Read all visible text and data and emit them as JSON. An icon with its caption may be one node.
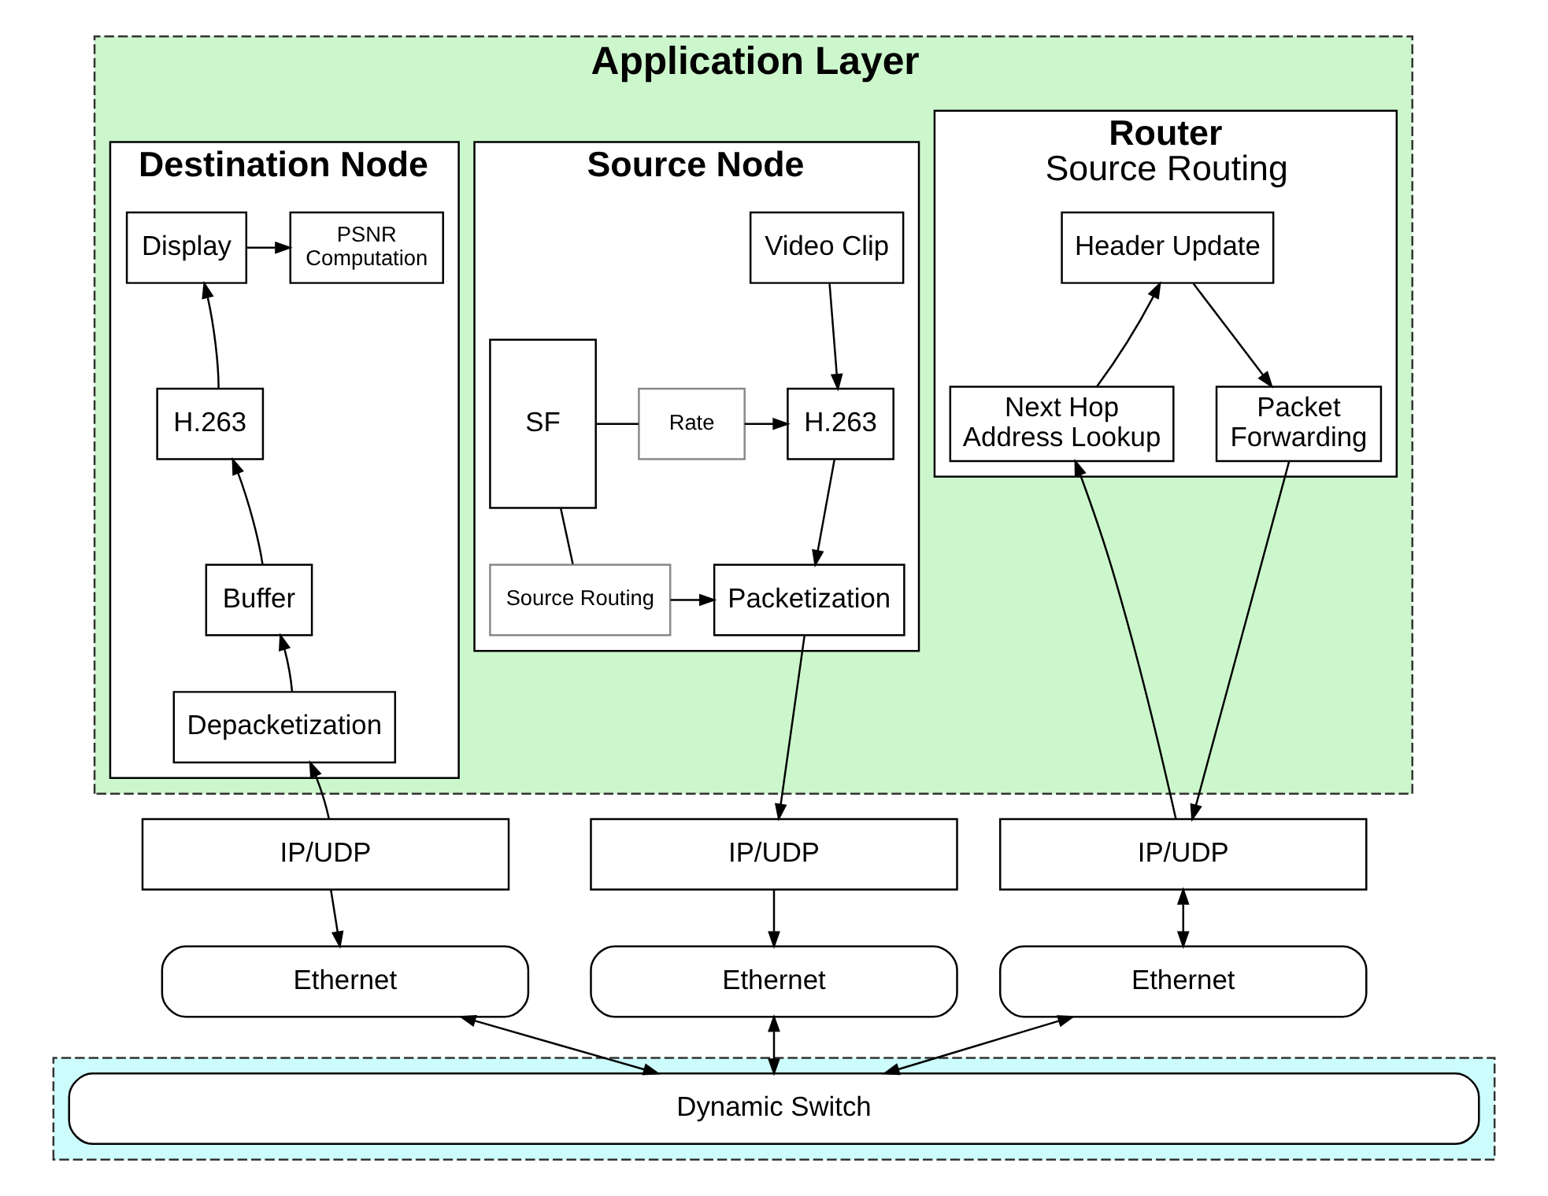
{
  "diagram": {
    "nodes": [
      {
        "text": [
          "Application Layer"
        ]
      },
      {
        "text": [
          "Source Node"
        ],
        "in": 0
      },
      {
        "text": [
          "Video Clip"
        ],
        "in": 1
      },
      {
        "text": [
          "H.263"
        ],
        "in": 1
      },
      {
        "text": [
          "Rate"
        ],
        "in": 1
      },
      {
        "text": [
          "SF"
        ],
        "in": 1
      },
      {
        "text": [
          "Packetization"
        ],
        "in": 1
      },
      {
        "text": [
          "Source Routing"
        ],
        "in": 1
      },
      {
        "text": [
          "Router",
          "Source Routing"
        ],
        "in": 0
      },
      {
        "text": [
          "Header Update"
        ],
        "in": 8
      },
      {
        "text": [
          "Next Hop Address Lookup"
        ],
        "in": 8
      },
      {
        "text": [
          "Packet Forwarding"
        ],
        "in": 8
      },
      {
        "text": [
          "Destination Node"
        ],
        "in": 0
      },
      {
        "text": [
          "Display"
        ],
        "in": 12
      },
      {
        "text": [
          "PSNR Computation"
        ],
        "in": 12
      },
      {
        "text": [
          "H.263"
        ],
        "in": 12
      },
      {
        "text": [
          "Buffer"
        ],
        "in": 12
      },
      {
        "text": [
          "Depacketization"
        ],
        "in": 12
      },
      {
        "text": [
          "IP/UDP"
        ]
      },
      {
        "text": [
          "IP/UDP"
        ]
      },
      {
        "text": [
          "IP/UDP"
        ]
      },
      {
        "text": [
          "Ethernet"
        ]
      },
      {
        "text": [
          "Ethernet"
        ]
      },
      {
        "text": [
          "Ethernet"
        ]
      },
      {
        "text": [],
        "shape": "box"
      },
      {
        "text": [
          "Dynamic Switch"
        ],
        "in": 24
      }
    ],
    "edges": [
      {
        "from": 2,
        "to": 3,
        "arrow": "to"
      },
      {
        "from": 5,
        "to": 4,
        "arrow": "none"
      },
      {
        "from": 4,
        "to": 3,
        "arrow": "to"
      },
      {
        "from": 3,
        "to": 6,
        "arrow": "to"
      },
      {
        "from": 5,
        "to": 7,
        "arrow": "none"
      },
      {
        "from": 7,
        "to": 6,
        "arrow": "to"
      },
      {
        "from": 6,
        "to": 18,
        "arrow": "to"
      },
      {
        "from": 18,
        "to": 21,
        "arrow": "to"
      },
      {
        "from": 21,
        "to": 25,
        "arrow": "both"
      },
      {
        "from": 19,
        "to": 10,
        "arrow": "to"
      },
      {
        "from": 10,
        "to": 9,
        "arrow": "to"
      },
      {
        "from": 9,
        "to": 11,
        "arrow": "to"
      },
      {
        "from": 11,
        "to": 19,
        "arrow": "to"
      },
      {
        "from": 19,
        "to": 22,
        "arrow": "both"
      },
      {
        "from": 22,
        "to": 25,
        "arrow": "both"
      },
      {
        "from": 20,
        "to": 17,
        "arrow": "to"
      },
      {
        "from": 17,
        "to": 16,
        "arrow": "to"
      },
      {
        "from": 16,
        "to": 15,
        "arrow": "to"
      },
      {
        "from": 15,
        "to": 13,
        "arrow": "to"
      },
      {
        "from": 13,
        "to": 14,
        "arrow": "to"
      },
      {
        "from": 20,
        "to": 23,
        "arrow": "to"
      },
      {
        "from": 23,
        "to": 25,
        "arrow": "both"
      }
    ]
  }
}
